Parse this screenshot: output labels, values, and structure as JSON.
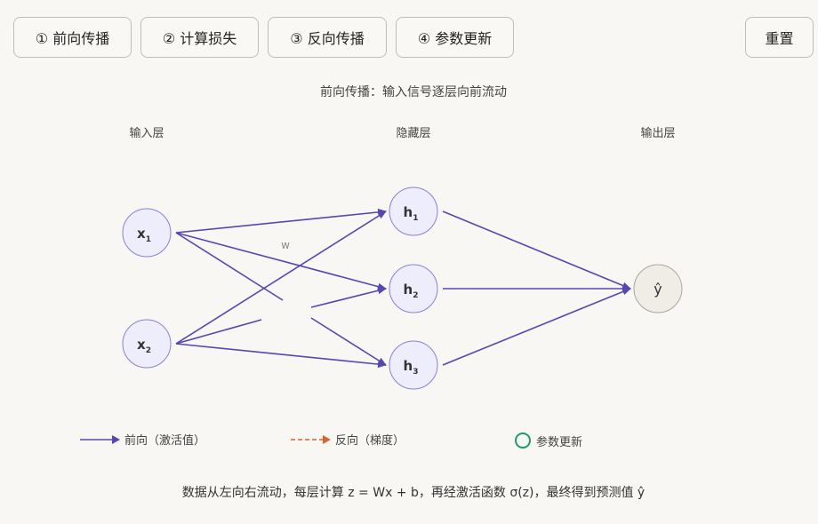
{
  "toolbar": {
    "step1": "① 前向传播",
    "step2": "② 计算损失",
    "step3": "③ 反向传播",
    "step4": "④ 参数更新",
    "reset": "重置"
  },
  "caption_top": "前向传播：输入信号逐层向前流动",
  "layers": {
    "input": "输入层",
    "hidden": "隐藏层",
    "output": "输出层"
  },
  "nodes": {
    "x1": {
      "base": "x",
      "sub": "1"
    },
    "x2": {
      "base": "x",
      "sub": "2"
    },
    "h1": {
      "base": "h",
      "sub": "1"
    },
    "h2": {
      "base": "h",
      "sub": "2"
    },
    "h3": {
      "base": "h",
      "sub": "3"
    },
    "y": {
      "base": "ŷ",
      "sub": ""
    }
  },
  "weight_label": "w",
  "legend": {
    "forward": "前向（激活值）",
    "backward": "反向（梯度）",
    "update": "参数更新"
  },
  "caption_bottom": "数据从左向右流动，每层计算 z = Wx + b，再经激活函数 σ(z)，最终得到预测值 ŷ",
  "colors": {
    "forward": "#5548b0",
    "backward": "#d9622e",
    "update": "#1e9a6e",
    "node_fill": "#eeedfc",
    "node_stroke": "#8a80d8",
    "output_fill": "#efede6",
    "output_stroke": "#a9a6a0"
  }
}
